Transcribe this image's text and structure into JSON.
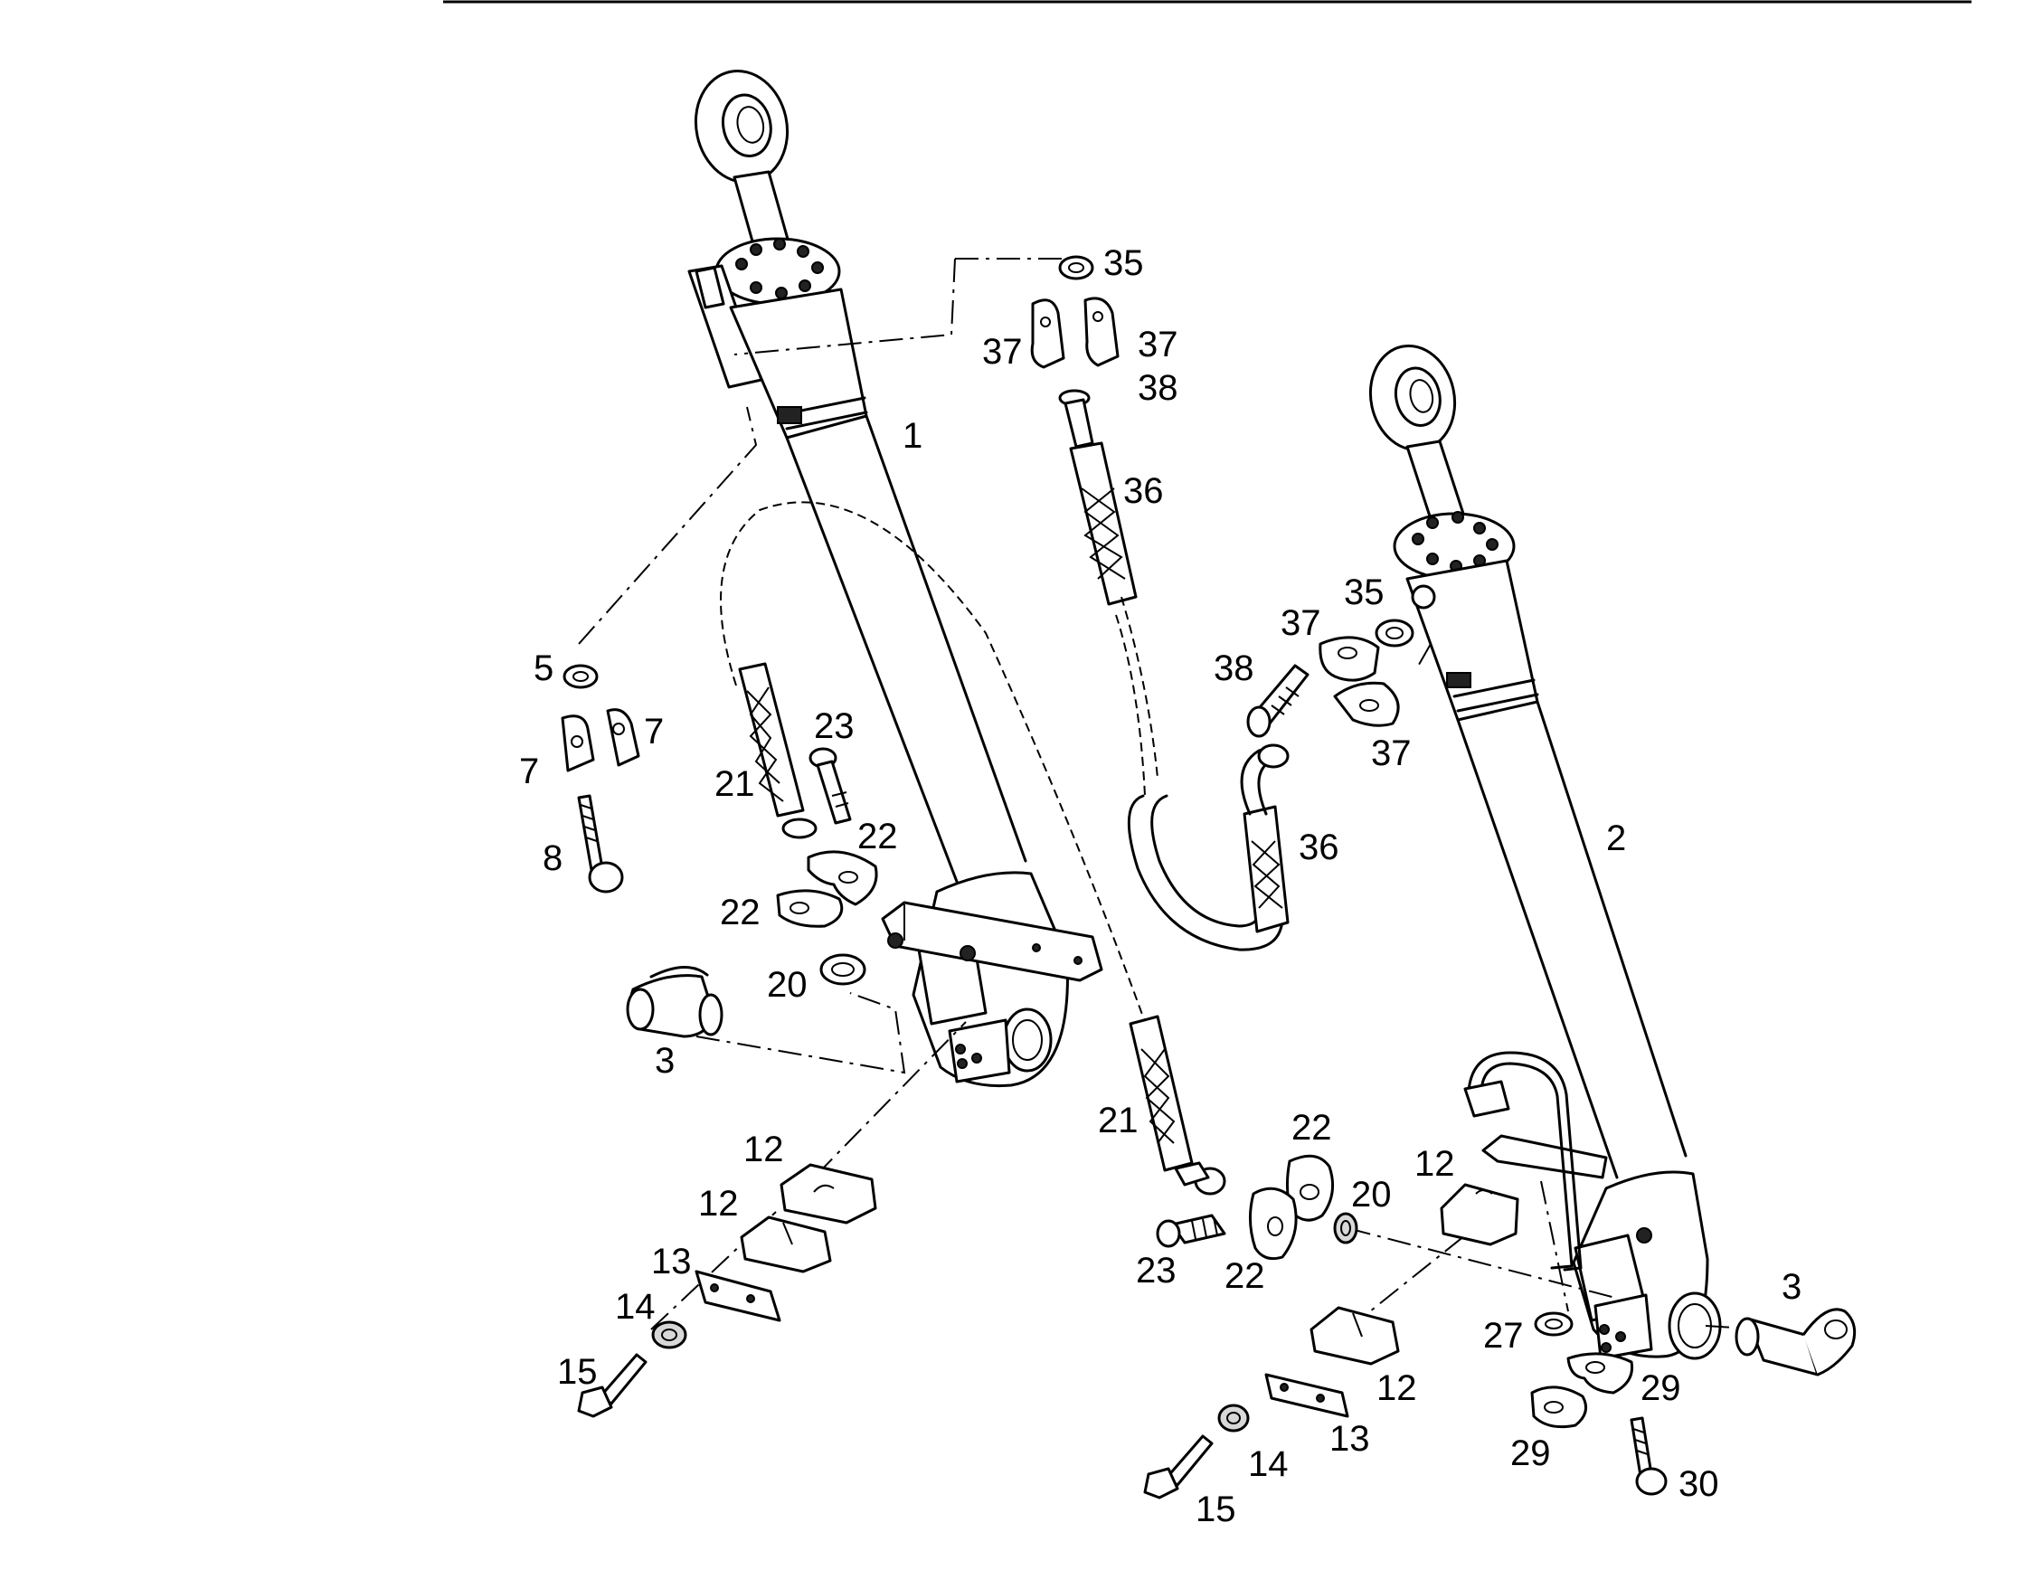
{
  "diagram": {
    "callouts": [
      {
        "id": "c1",
        "text": "1"
      },
      {
        "id": "c2",
        "text": "2"
      },
      {
        "id": "c3a",
        "text": "3"
      },
      {
        "id": "c3b",
        "text": "3"
      },
      {
        "id": "c5",
        "text": "5"
      },
      {
        "id": "c7a",
        "text": "7"
      },
      {
        "id": "c7b",
        "text": "7"
      },
      {
        "id": "c8",
        "text": "8"
      },
      {
        "id": "c12a",
        "text": "12"
      },
      {
        "id": "c12b",
        "text": "12"
      },
      {
        "id": "c12c",
        "text": "12"
      },
      {
        "id": "c12d",
        "text": "12"
      },
      {
        "id": "c13a",
        "text": "13"
      },
      {
        "id": "c13b",
        "text": "13"
      },
      {
        "id": "c14a",
        "text": "14"
      },
      {
        "id": "c14b",
        "text": "14"
      },
      {
        "id": "c15a",
        "text": "15"
      },
      {
        "id": "c15b",
        "text": "15"
      },
      {
        "id": "c20a",
        "text": "20"
      },
      {
        "id": "c20b",
        "text": "20"
      },
      {
        "id": "c21a",
        "text": "21"
      },
      {
        "id": "c21b",
        "text": "21"
      },
      {
        "id": "c22a",
        "text": "22"
      },
      {
        "id": "c22b",
        "text": "22"
      },
      {
        "id": "c22c",
        "text": "22"
      },
      {
        "id": "c22d",
        "text": "22"
      },
      {
        "id": "c23a",
        "text": "23"
      },
      {
        "id": "c23b",
        "text": "23"
      },
      {
        "id": "c27",
        "text": "27"
      },
      {
        "id": "c29a",
        "text": "29"
      },
      {
        "id": "c29b",
        "text": "29"
      },
      {
        "id": "c30",
        "text": "30"
      },
      {
        "id": "c35a",
        "text": "35"
      },
      {
        "id": "c35b",
        "text": "35"
      },
      {
        "id": "c36a",
        "text": "36"
      },
      {
        "id": "c36b",
        "text": "36"
      },
      {
        "id": "c37a",
        "text": "37"
      },
      {
        "id": "c37b",
        "text": "37"
      },
      {
        "id": "c37c",
        "text": "37"
      },
      {
        "id": "c37d",
        "text": "37"
      },
      {
        "id": "c38a",
        "text": "38"
      },
      {
        "id": "c38b",
        "text": "38"
      }
    ]
  }
}
